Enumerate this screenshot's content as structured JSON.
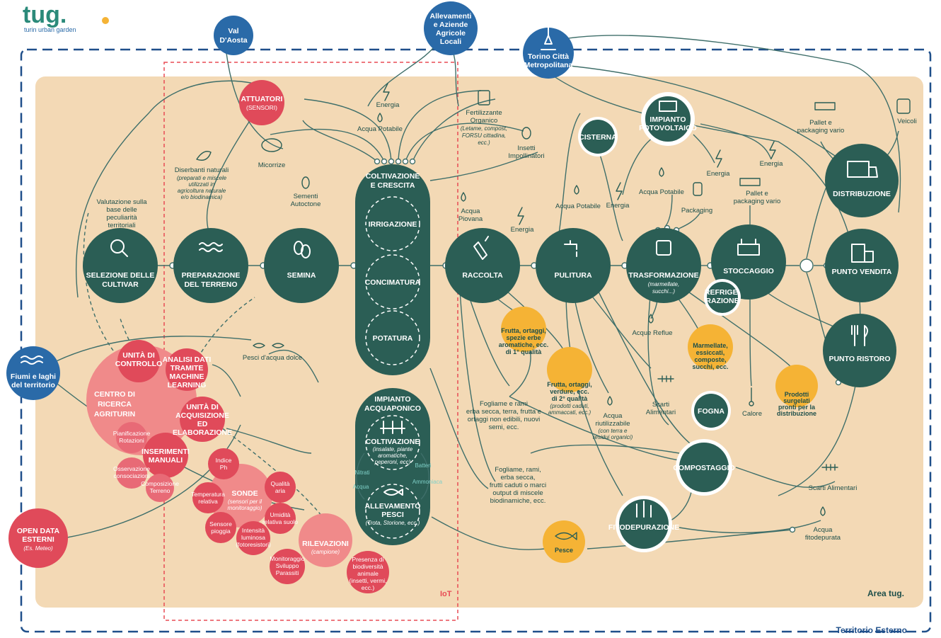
{
  "logo": {
    "word": "tug.",
    "subtitle": "turin urban garden"
  },
  "colors": {
    "area_bg": "#f3d9b5",
    "teal": "#2b5e55",
    "blue": "#2a6aa8",
    "red": "#e04a5a",
    "pink": "#f08a8a",
    "yellow": "#f5b335",
    "line": "#3f6f6a",
    "iot_border": "#e84b55",
    "label_dark": "#1e4f4a",
    "dashed_blue": "#1f4f8a"
  },
  "areas": {
    "iot": "IoT",
    "tug": "Area tug.",
    "external": "Territorio Esterno"
  },
  "external_entities": {
    "val_daosta": [
      "Val",
      "D'Aosta"
    ],
    "allevamenti": [
      "Allevamenti",
      "e Aziende",
      "Agricole",
      "Locali"
    ],
    "torino": [
      "Torino Città",
      "Metropolitana"
    ],
    "fiumi": [
      "Fiumi e laghi",
      "del territorio"
    ],
    "open_data": [
      "OPEN DATA",
      "ESTERNI"
    ],
    "open_data_note": "(Es. Meteo)"
  },
  "main_process": {
    "selezione": [
      "SELEZIONE DELLE",
      "CULTIVAR"
    ],
    "preparazione": [
      "PREPARAZIONE",
      "DEL TERRENO"
    ],
    "semina": "SEMINA",
    "raccolta": "RACCOLTA",
    "pulitura": "PULITURA",
    "trasformazione": "TRASFORMAZIONE",
    "trasformazione_note": [
      "(marmellate,",
      "succhi...)"
    ],
    "stoccaggio": "STOCCAGGIO",
    "distribuzione": "DISTRIBUZIONE",
    "punto_vendita": "PUNTO VENDITA",
    "punto_ristoro": "PUNTO RISTORO"
  },
  "coltivazione": {
    "title": [
      "COLTIVAZIONE",
      "E CRESCITA"
    ],
    "irrigazione": "IRRIGAZIONE",
    "concimatura": "CONCIMATURA",
    "potatura": "POTATURA"
  },
  "acquaponico": {
    "title": [
      "IMPIANTO",
      "ACQUAPONICO"
    ],
    "coltivazione": "COLTIVAZIONE",
    "coltivazione_note": [
      "(insalate, piante",
      "aromatiche,",
      "peperoni, ecc)"
    ],
    "allevamento": [
      "ALLEVAMENTO",
      "PESCI"
    ],
    "allevamento_note": "(Trota, Storione, ecc.)",
    "nitrati": "Nitrati",
    "batteri": "Batteri",
    "ammoniaca": "Ammoniaca",
    "acqua": "Acqua"
  },
  "ring_nodes": {
    "cisterna": "CISTERNA",
    "impianto_fv": [
      "IMPIANTO",
      "FOTOVOLTAICO"
    ],
    "refrigerazione": [
      "REFRIGE-",
      "RAZIONE"
    ],
    "fogna": "FOGNA",
    "compostaggio": "COMPOSTAGGIO",
    "fitodepurazione": "FITODEPURAZIONE"
  },
  "yellow_nodes": {
    "frutta1": [
      "Frutta, ortaggi,",
      "spezie erbe",
      "aromatiche, ecc.",
      "di 1° qualità"
    ],
    "frutta2": [
      "Frutta, ortaggi,",
      "verdure, ecc.",
      "di 2° qualità"
    ],
    "frutta2_note": [
      "(prodotti caduti,",
      "ammaccati, ecc.)"
    ],
    "marmellate": [
      "Marmellate,",
      "essiccati,",
      "composte,",
      "succhi, ecc."
    ],
    "surgelati": [
      "Prodotti",
      "surgelati",
      "pronti per la",
      "distribuzione"
    ],
    "pesce": "Pesce"
  },
  "red_nodes": {
    "attuatori": [
      "ATTUATORI",
      "(SENSORI)"
    ],
    "unita_controllo": [
      "UNITÀ DI",
      "CONTROLLO"
    ],
    "analisi": [
      "ANALISI DATI",
      "TRAMITE",
      "MACHINE",
      "LEARNING"
    ],
    "centro": [
      "CENTRO DI",
      "RICERCA",
      "AGRITURIN"
    ],
    "unita_acquisizione": [
      "UNITÀ DI",
      "ACQUISIZIONE",
      "ED",
      "ELABORAZIONE"
    ],
    "pianificazione": [
      "Pianificazione",
      "Rotazioni"
    ],
    "inserimenti": [
      "INSERIMENTI",
      "MANUALI"
    ],
    "osservazione": [
      "Osservazione",
      "consociazioni"
    ],
    "composizione": [
      "Composizione",
      "Terreno"
    ],
    "indice": [
      "Indice",
      "Ph"
    ],
    "qualita": [
      "Qualità",
      "aria"
    ],
    "sonde": "SONDE",
    "sonde_note": [
      "(sensori per il",
      "monitoraggio)"
    ],
    "temperatura": [
      "Temperatura",
      "relativa"
    ],
    "umidita": [
      "Umidità",
      "relativa suolo"
    ],
    "sensore": [
      "Sensore",
      "pioggia"
    ],
    "intensita": [
      "Intensità",
      "luminosa",
      "(fotoresistori)"
    ],
    "rilevazioni": "RILEVAZIONI",
    "rilevazioni_note": "(campione)",
    "monitoraggio": [
      "Monitoraggio",
      "Sviluppo",
      "Parassiti"
    ],
    "biodiversita": [
      "Presenza di",
      "biodiversità",
      "animale",
      "(insetti, vermi,",
      "ecc.)"
    ]
  },
  "labels": {
    "valutazione": [
      "Valutazione sulla",
      "base delle",
      "peculiarità",
      "territoriali"
    ],
    "diserbanti": "Diserbanti naturali",
    "diserbanti_note": [
      "(preparati e miscele",
      "utilizzati in",
      "agricoltura naturale",
      "e/o biodinamica)"
    ],
    "micorrize": "Micorrize",
    "sementi": [
      "Sementi",
      "Autoctone"
    ],
    "energia_top": "Energia",
    "acqua_potabile_top": "Acqua Potabile",
    "fertilizzante": [
      "Fertilizzante",
      "Organico"
    ],
    "fertilizzante_note": [
      "(Letame, compost,",
      "FORSU cittadina,",
      "ecc.)"
    ],
    "insetti": [
      "Insetti",
      "Impollinatori"
    ],
    "acqua_piovana": [
      "Acqua",
      "Piovana"
    ],
    "energia_raccolta": "Energia",
    "acqua_potabile_pul": "Acqua Potabile",
    "energia_tr": "Energia",
    "acqua_potabile_tr": "Acqua Potabile",
    "packaging": "Packaging",
    "energia_st": "Energia",
    "pallet_st": [
      "Pallet e",
      "packaging vario"
    ],
    "energia_dist": "Energia",
    "pallet_dist": [
      "Pallet e",
      "packaging vario"
    ],
    "veicoli": "Veicoli",
    "pesci_dolce": "Pesci d'acqua dolce",
    "fogliame1": [
      "Fogliame e rami",
      "erba secca, terra, frutta e",
      "ortaggi non edibili, nuovi",
      "semi, ecc."
    ],
    "fogliame2": [
      "Fogliame, rami,",
      "erba secca,",
      "frutti caduti o marci",
      "output di miscele",
      "biodinamiche, ecc."
    ],
    "acqua_riut": [
      "Acqua",
      "riutilizzabile"
    ],
    "acqua_riut_note": [
      "(con terra e",
      "residui organici)"
    ],
    "acque_reflue": "Acque Reflue",
    "scarti1": [
      "Scarti",
      "Alimentari"
    ],
    "calore": "Calore",
    "scarti2": "Scarti Alimentari",
    "acqua_fito": [
      "Acqua",
      "fitodepurata"
    ]
  }
}
